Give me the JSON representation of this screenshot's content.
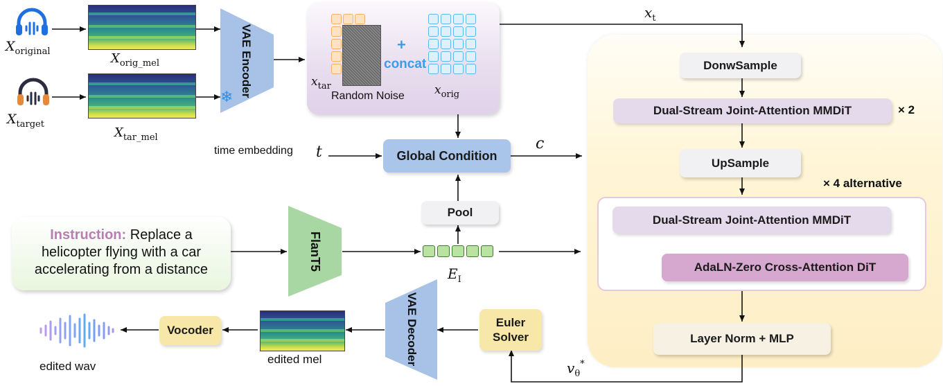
{
  "inputs": {
    "x_original": {
      "base": "X",
      "sub": "original"
    },
    "x_target": {
      "base": "X",
      "sub": "target"
    },
    "x_orig_mel": {
      "base": "X",
      "sub": "orig_mel"
    },
    "x_tar_mel": {
      "base": "X",
      "sub": "tar_mel"
    }
  },
  "vae_encoder": {
    "label": "VAE Encoder",
    "frozen_icon": "snowflake-icon"
  },
  "latent_panel": {
    "x_tar": {
      "base": "x",
      "sub": "tar"
    },
    "noise_label": "Random Noise",
    "plus": "+",
    "concat": "concat",
    "x_orig": {
      "base": "x",
      "sub": "orig"
    }
  },
  "x_t": {
    "base": "x",
    "sub": "t"
  },
  "time_embedding": {
    "label": "time embedding",
    "symbol": "t"
  },
  "global_condition": "Global Condition",
  "c_symbol": "c",
  "pool": "Pool",
  "instruction": {
    "prefix": "Instruction:",
    "text": " Replace a helicopter flying with a car accelerating from a distance"
  },
  "flant5": "FlanT5",
  "e_i": {
    "base": "E",
    "sub": "I"
  },
  "model": {
    "downsample": "DonwSample",
    "mmdit_top": "Dual-Stream Joint-Attention MMDiT",
    "repeat_2": "× 2",
    "upsample": "UpSample",
    "repeat_4": "× 4 alternative",
    "mmdit_inner": "Dual-Stream Joint-Attention MMDiT",
    "adaln": "AdaLN-Zero Cross-Attention DiT",
    "layernorm": "Layer Norm + MLP"
  },
  "v_theta": {
    "base": "v",
    "sub": "θ",
    "sup": "*"
  },
  "euler": "Euler Solver",
  "vae_decoder": "VAE Decoder",
  "edited_mel": "edited mel",
  "vocoder": "Vocoder",
  "edited_wav": "edited wav",
  "colors": {
    "headphone_blue": "#1f6fe0",
    "headphone_orange": "#e8893a",
    "vae_blue": "#a7c2e6",
    "latent_panel": "#e8ddee",
    "condition_blue": "#a9c6ea",
    "flant5_green": "#a9d7a4",
    "token_green": "#b9e3a1",
    "model_panel": "#fff6d9",
    "lavender": "#e5d9ec",
    "pink": "#d7a8cf",
    "vocoder_yellow": "#f7e7a9",
    "concat_blue": "#3d9be8"
  }
}
